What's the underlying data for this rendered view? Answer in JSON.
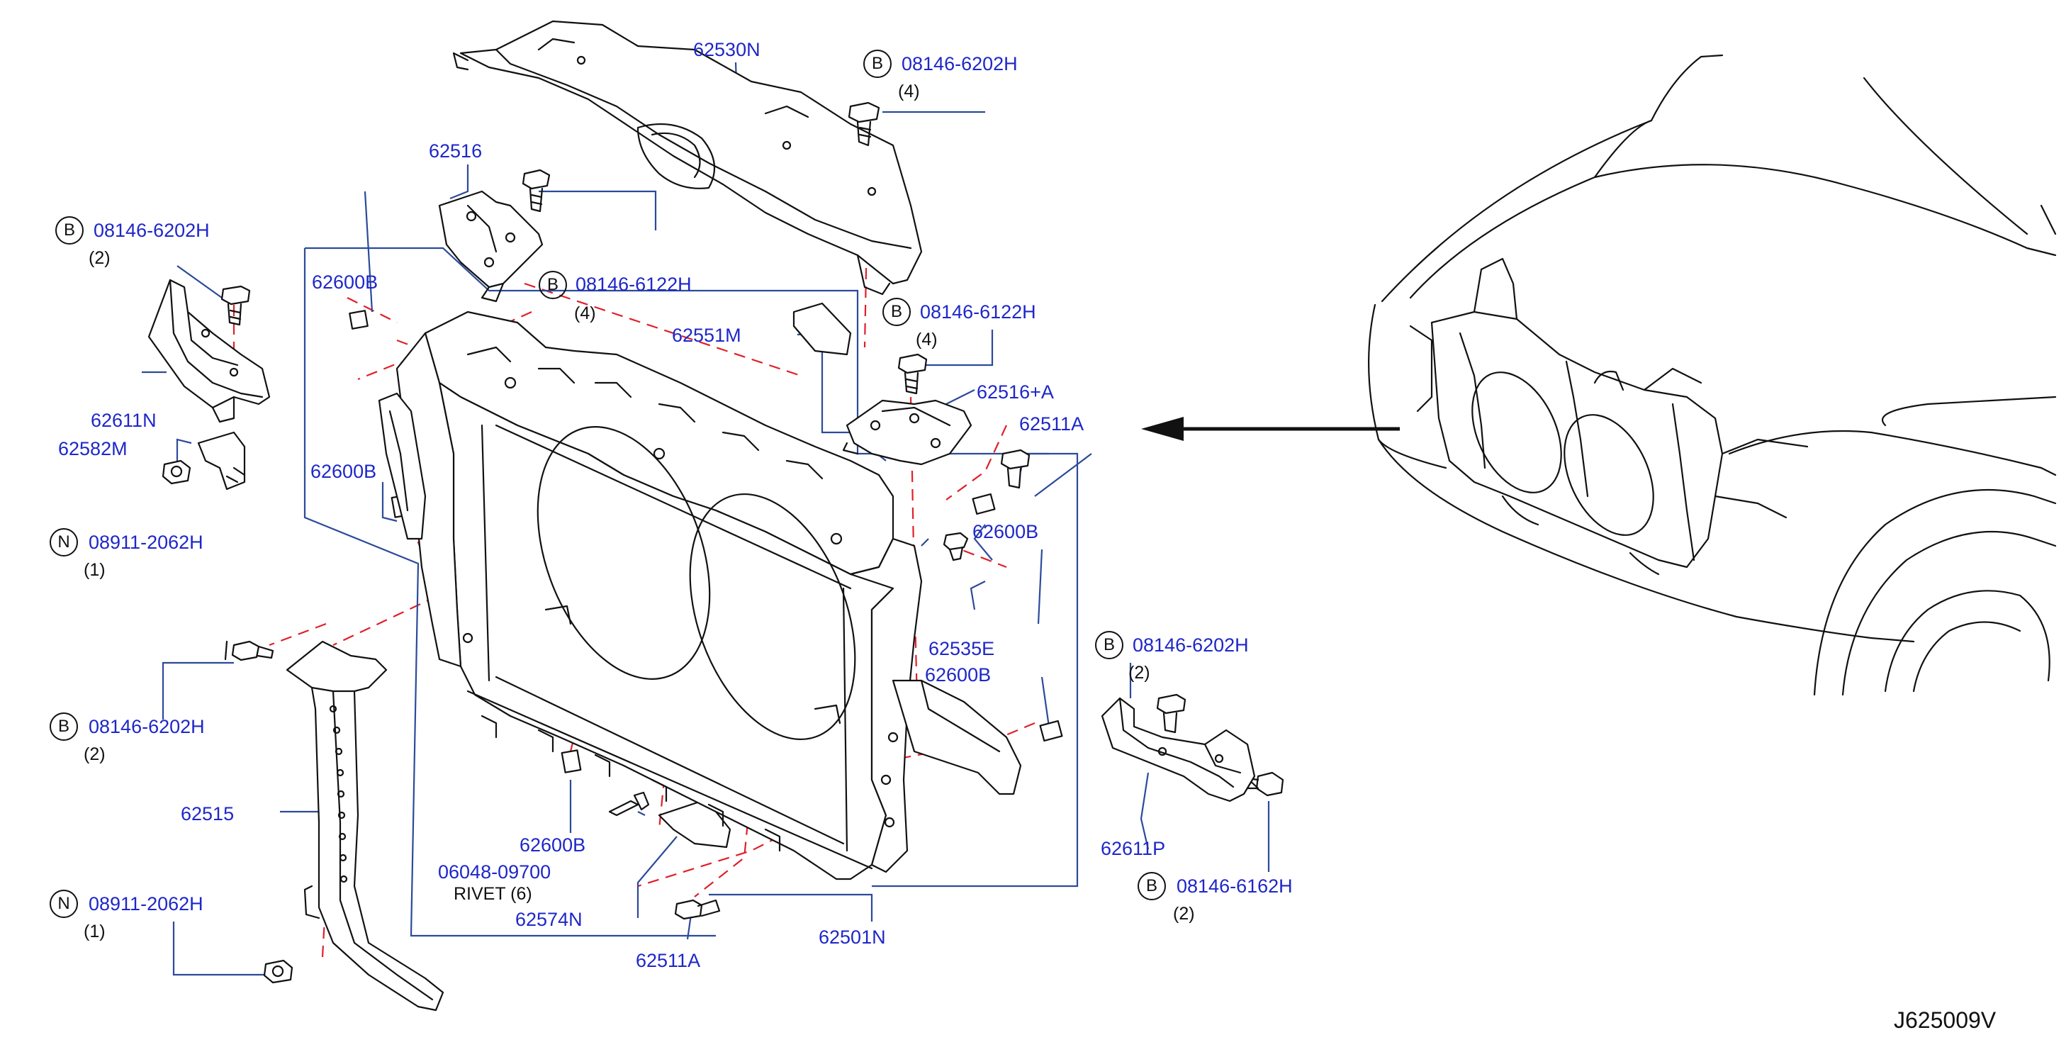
{
  "diagram": {
    "code": "J625009V",
    "parts": [
      {
        "part": "62530N"
      },
      {
        "part": "62516"
      },
      {
        "part": "62600B"
      },
      {
        "part": "62551M"
      },
      {
        "part": "62516+A"
      },
      {
        "part": "62511A"
      },
      {
        "part": "62611N"
      },
      {
        "part": "62582M"
      },
      {
        "part": "62600B"
      },
      {
        "part": "62600B"
      },
      {
        "part": "62535E"
      },
      {
        "part": "62600B"
      },
      {
        "part": "62515"
      },
      {
        "part": "62600B"
      },
      {
        "part": "06048-09700"
      },
      {
        "part": "62574N"
      },
      {
        "part": "62511A"
      },
      {
        "part": "62501N"
      },
      {
        "part": "62611P"
      }
    ],
    "fasteners": [
      {
        "badge": "B",
        "part": "08146-6202H",
        "qty": "(4)"
      },
      {
        "badge": "B",
        "part": "08146-6122H",
        "qty": "(4)"
      },
      {
        "badge": "B",
        "part": "08146-6202H",
        "qty": "(2)"
      },
      {
        "badge": "B",
        "part": "08146-6122H",
        "qty": "(4)"
      },
      {
        "badge": "N",
        "part": "08911-2062H",
        "qty": "(1)"
      },
      {
        "badge": "B",
        "part": "08146-6202H",
        "qty": "(2)"
      },
      {
        "badge": "N",
        "part": "08911-2062H",
        "qty": "(1)"
      },
      {
        "badge": "B",
        "part": "08146-6202H",
        "qty": "(2)"
      },
      {
        "badge": "B",
        "part": "08146-6162H",
        "qty": "(2)"
      }
    ],
    "rivet_note": "RIVET  (6)"
  }
}
